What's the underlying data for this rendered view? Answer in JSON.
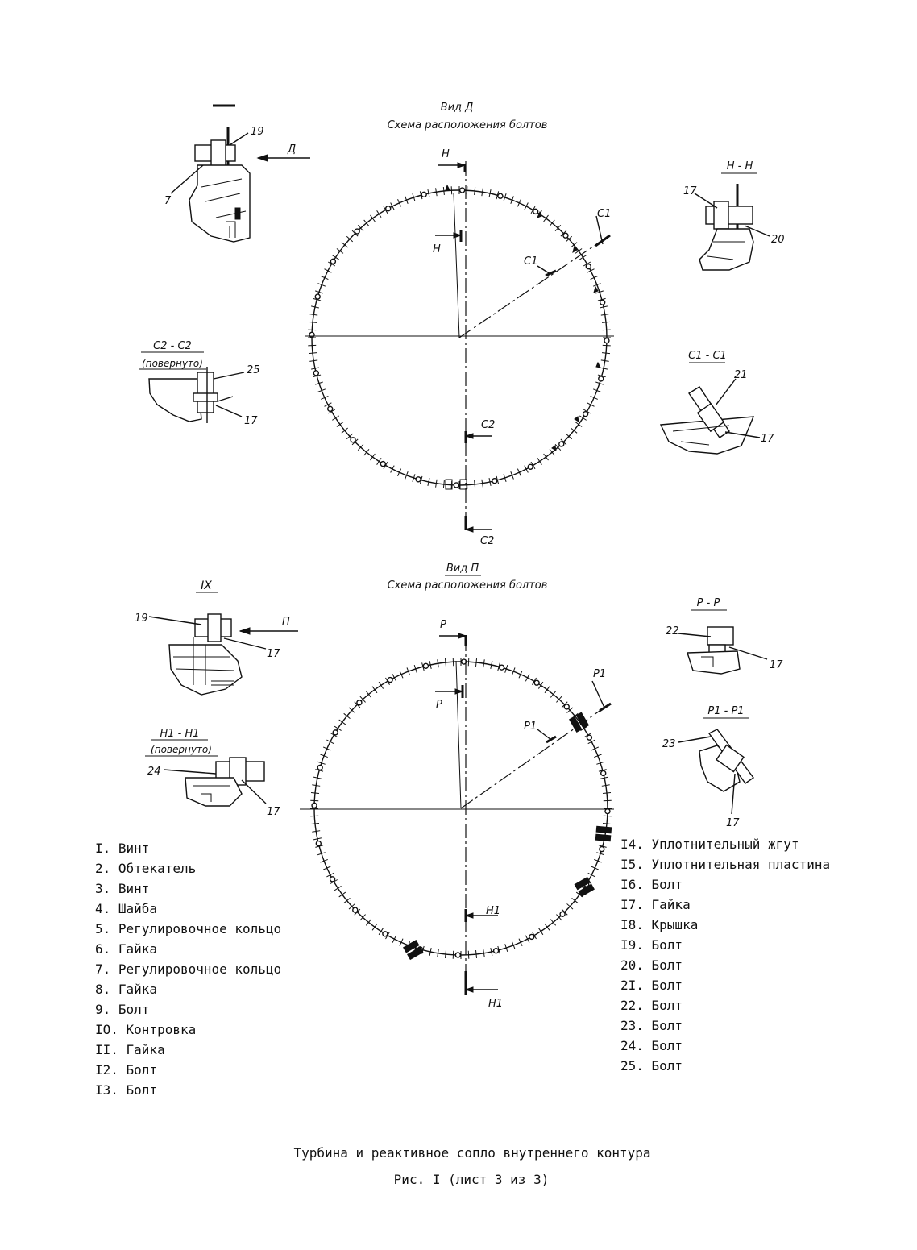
{
  "top_view": {
    "title": "Вид Д",
    "subtitle": "Схема расположения болтов",
    "cut_h": "Н",
    "cut_c1": "C1",
    "cut_c2": "C2"
  },
  "bottom_view": {
    "title": "Вид П",
    "subtitle": "Схема расположения болтов",
    "cut_p": "P",
    "cut_p1": "P1",
    "cut_h1": "H1"
  },
  "details": {
    "top_left": {
      "arrow_label": "Д",
      "callouts": [
        "19",
        "7"
      ]
    },
    "section_hh": {
      "title": "Н - Н",
      "callouts": [
        "17",
        "20"
      ]
    },
    "section_c2": {
      "title": "C2 - C2",
      "note": "(повернуто)",
      "callouts": [
        "25",
        "17"
      ]
    },
    "section_c1": {
      "title": "C1 - C1",
      "callouts": [
        "21",
        "17"
      ]
    },
    "detail_ix": {
      "title": "IX",
      "arrow_label": "П",
      "callouts": [
        "19",
        "17"
      ]
    },
    "section_pp": {
      "title": "P - P",
      "callouts": [
        "22",
        "17"
      ]
    },
    "section_p1": {
      "title": "P1 - P1",
      "callouts": [
        "23",
        "17"
      ]
    },
    "section_h1": {
      "title": "H1 - H1",
      "note": "(повернуто)",
      "callouts": [
        "24",
        "17"
      ]
    }
  },
  "legend_left": [
    "I. Винт",
    "2. Обтекатель",
    "3. Винт",
    "4. Шайба",
    "5. Регулировочное кольцо",
    "6. Гайка",
    "7. Регулировочное кольцо",
    "8. Гайка",
    "9. Болт",
    "IO. Контровка",
    "II. Гайка",
    "I2. Болт",
    "I3. Болт"
  ],
  "legend_right": [
    "I4. Уплотнительный жгут",
    "I5. Уплотнительная пластина",
    "I6. Болт",
    "I7. Гайка",
    "I8. Крышка",
    "I9. Болт",
    "20. Болт",
    "2I. Болт",
    "22. Болт",
    "23. Болт",
    "24. Болт",
    "25. Болт"
  ],
  "caption": {
    "line1": "Турбина и реактивное сопло внутреннего контура",
    "line2": "Рис. I (лист 3 из 3)"
  }
}
